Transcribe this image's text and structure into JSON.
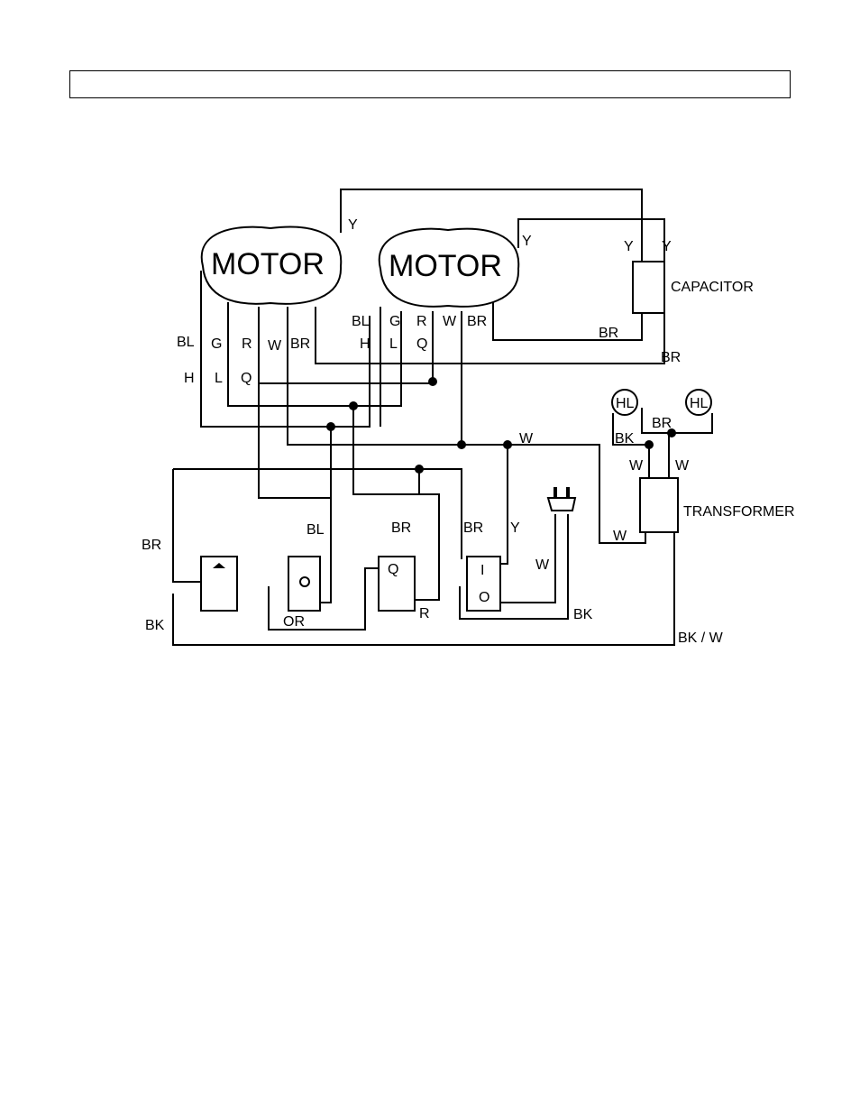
{
  "header": {
    "title": ""
  },
  "diagram": {
    "motor_1": {
      "label": "MOTOR"
    },
    "motor_2": {
      "label": "MOTOR"
    },
    "capacitor": {
      "label": "CAPACITOR"
    },
    "transformer": {
      "label": "TRANSFORMER"
    },
    "lamp_left": {
      "label": "HL"
    },
    "lamp_right": {
      "label": "HL"
    },
    "switch_or": {
      "symbol": "Q",
      "label": "OR"
    },
    "switch_q": {
      "symbol": "Q",
      "label": "R"
    },
    "power_switch": {
      "on": "I",
      "off": "O"
    },
    "wire_labels": {
      "y_top": "Y",
      "y_motor2": "Y",
      "y_cap_left": "Y",
      "y_cap_right": "Y",
      "br_cap": "BR",
      "br_cap_bottom": "BR",
      "m1_bl": "BL",
      "m1_g": "G",
      "m1_r": "R",
      "m1_w": "W",
      "m1_br": "BR",
      "m1_h": "H",
      "m1_l": "L",
      "m1_q": "Q",
      "m2_bl": "BL",
      "m2_g": "G",
      "m2_r": "R",
      "m2_w": "W",
      "m2_br": "BR",
      "m2_h": "H",
      "m2_l": "L",
      "m2_q": "Q",
      "w_bus": "W",
      "hl_br": "BR",
      "hl_bk": "BK",
      "tr_w_left": "W",
      "tr_w_right": "W",
      "tr_w_bottom": "W",
      "br_left": "BR",
      "bl_sw": "BL",
      "br_sw": "BR",
      "br_ps": "BR",
      "y_ps": "Y",
      "w_plug": "W",
      "bk_plug": "BK",
      "bk_left": "BK",
      "bk_w": "BK / W"
    }
  }
}
